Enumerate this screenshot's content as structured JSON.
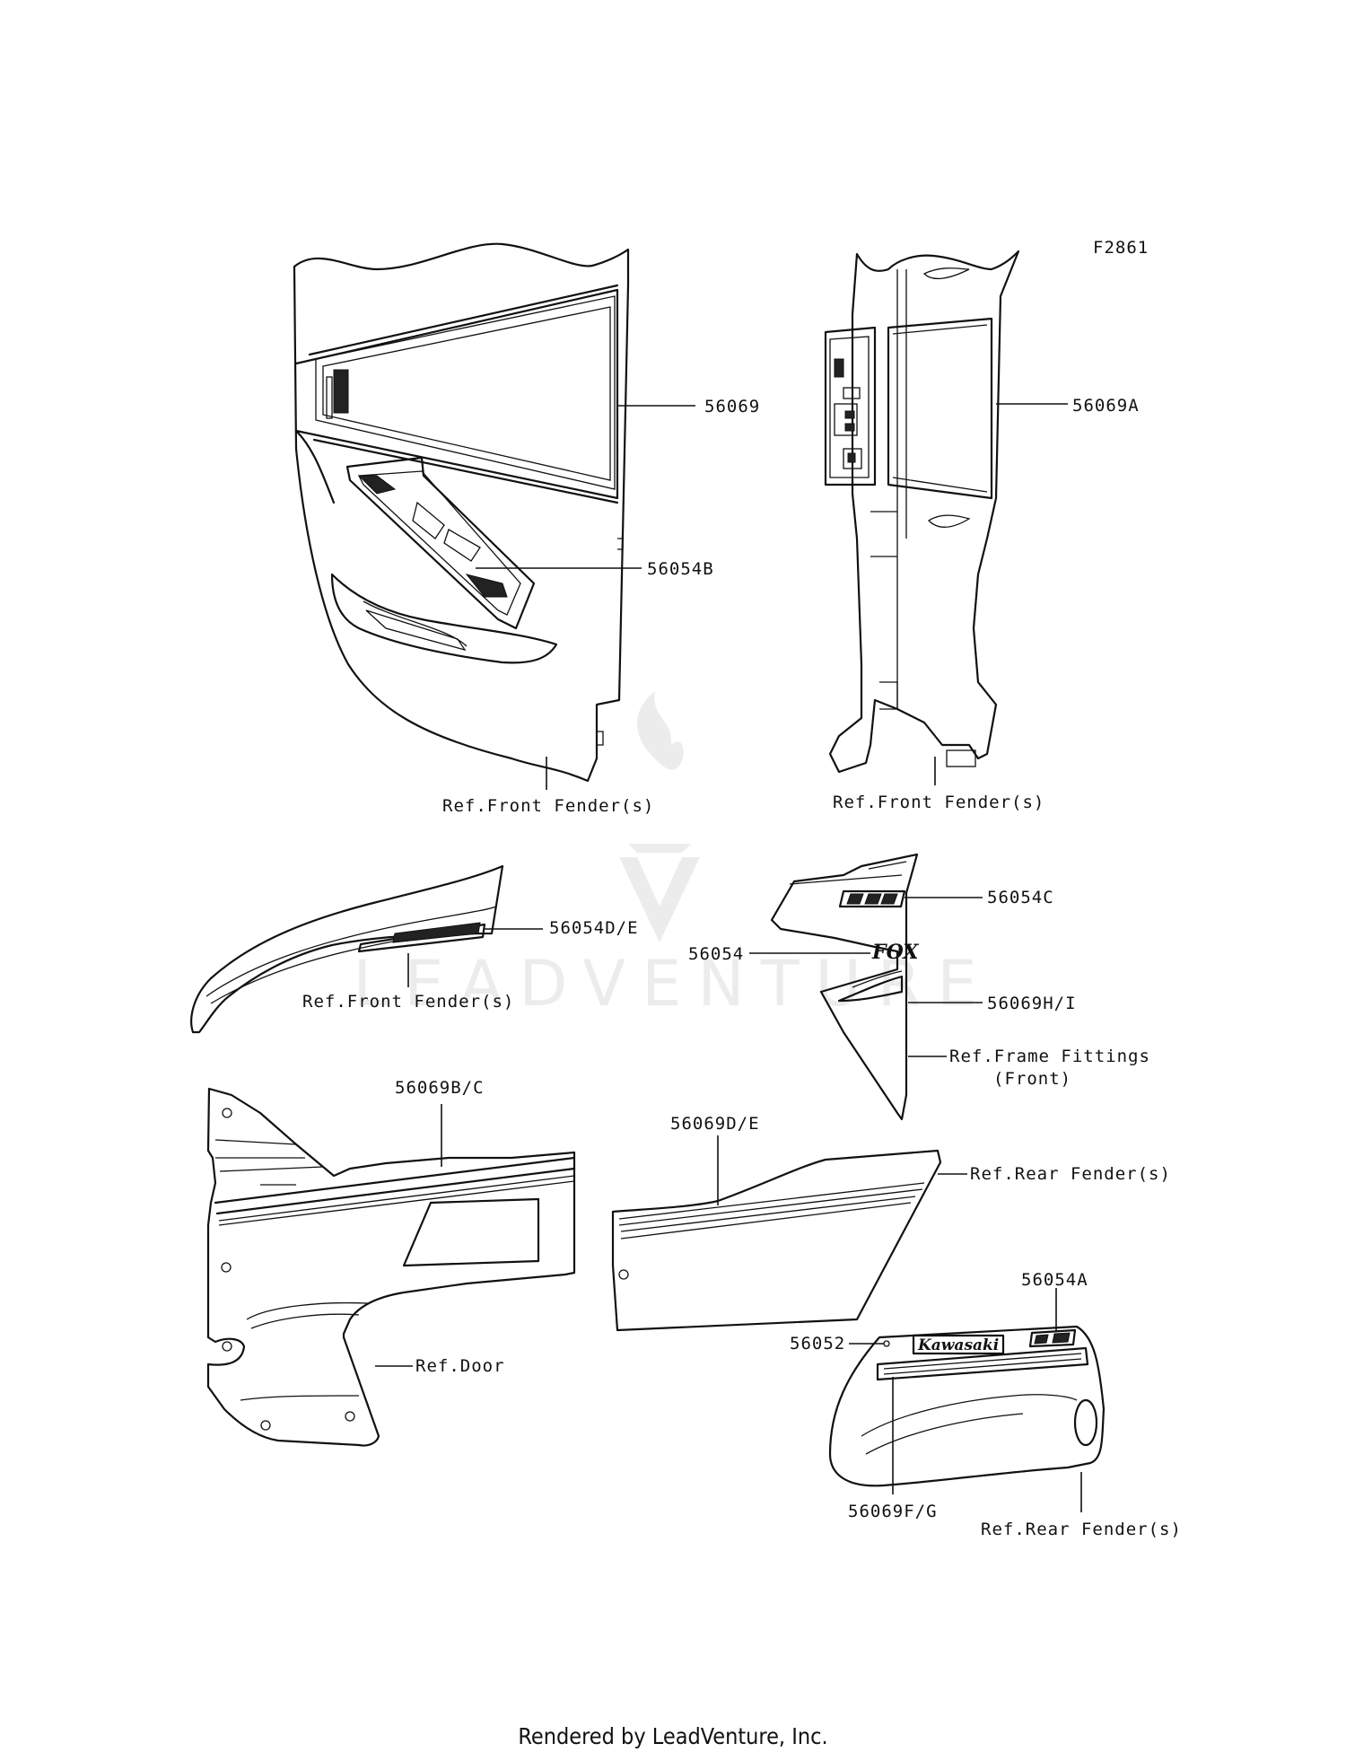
{
  "figure_code": "F2861",
  "labels": {
    "p56069": "56069",
    "p56069A": "56069A",
    "p56054B": "56054B",
    "ref_front_fender_1": "Ref.Front Fender(s)",
    "ref_front_fender_2": "Ref.Front Fender(s)",
    "p56054DE": "56054D/E",
    "ref_front_fender_3": "Ref.Front Fender(s)",
    "p56054C": "56054C",
    "p56054": "56054",
    "p56069HI": "56069H/I",
    "ref_frame_fittings_1": "Ref.Frame Fittings",
    "ref_frame_fittings_2": "(Front)",
    "p56069BC": "56069B/C",
    "p56069DE": "56069D/E",
    "ref_rear_fender_1": "Ref.Rear Fender(s)",
    "ref_door": "Ref.Door",
    "p56054A": "56054A",
    "p56052": "56052",
    "p56069FG": "56069F/G",
    "ref_rear_fender_2": "Ref.Rear Fender(s)"
  },
  "decal_text": {
    "kawasaki": "Kawasaki"
  },
  "watermark": "LEADVENTURE",
  "footer": "Rendered by LeadVenture, Inc."
}
